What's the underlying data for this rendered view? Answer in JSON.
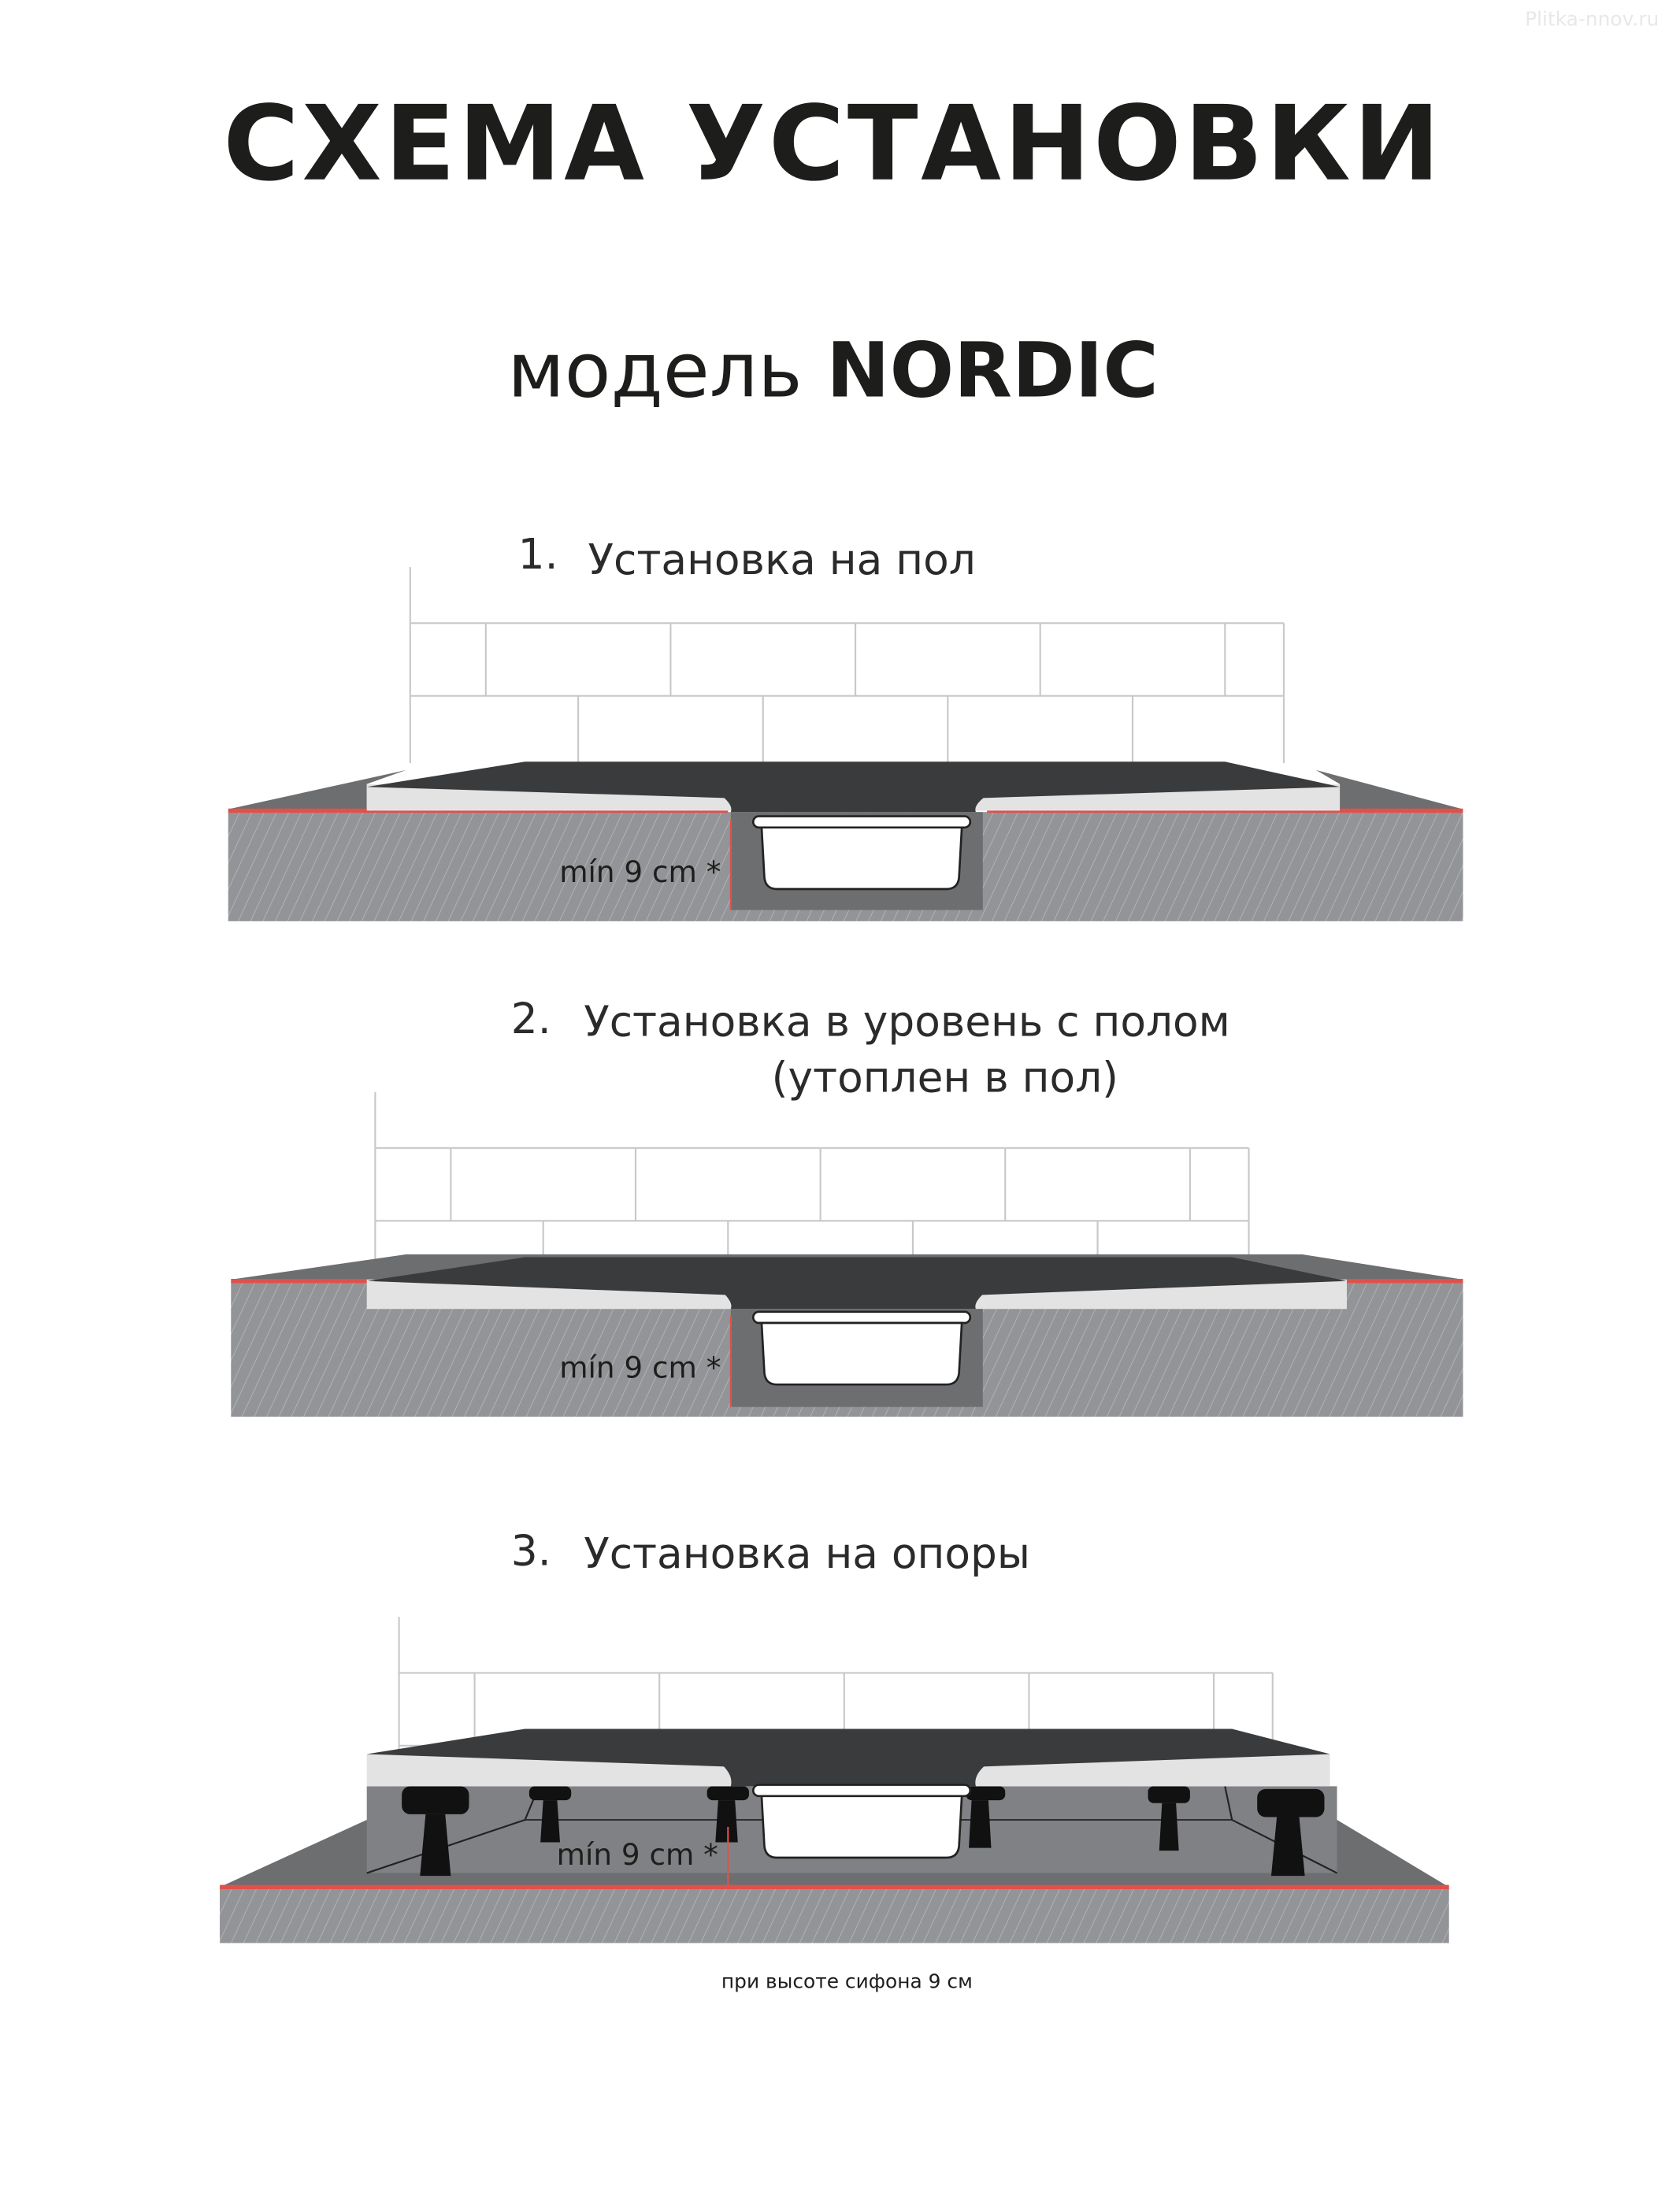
{
  "watermark": "Plitka-nnov.ru",
  "header": {
    "title": "СХЕМА УСТАНОВКИ",
    "model_prefix": "модель",
    "model_name": "NORDIC"
  },
  "steps": [
    {
      "number": "1.",
      "title": "Установка на пол",
      "dimension_label": "mín 9 cm *"
    },
    {
      "number": "2.",
      "title": "Установка в уровень с полом",
      "subtitle": "(утоплен в пол)",
      "dimension_label": "mín 9 cm *"
    },
    {
      "number": "3.",
      "title": "Установка на опоры",
      "dimension_label": "mín 9 cm *"
    }
  ],
  "footnote": "при высоте сифона 9 см",
  "colors": {
    "tray_top": "#3a3b3d",
    "tray_side": "#e3e3e3",
    "floor": "#939497",
    "waterproofing": "#e0514b",
    "trench": "#6d6e70"
  }
}
